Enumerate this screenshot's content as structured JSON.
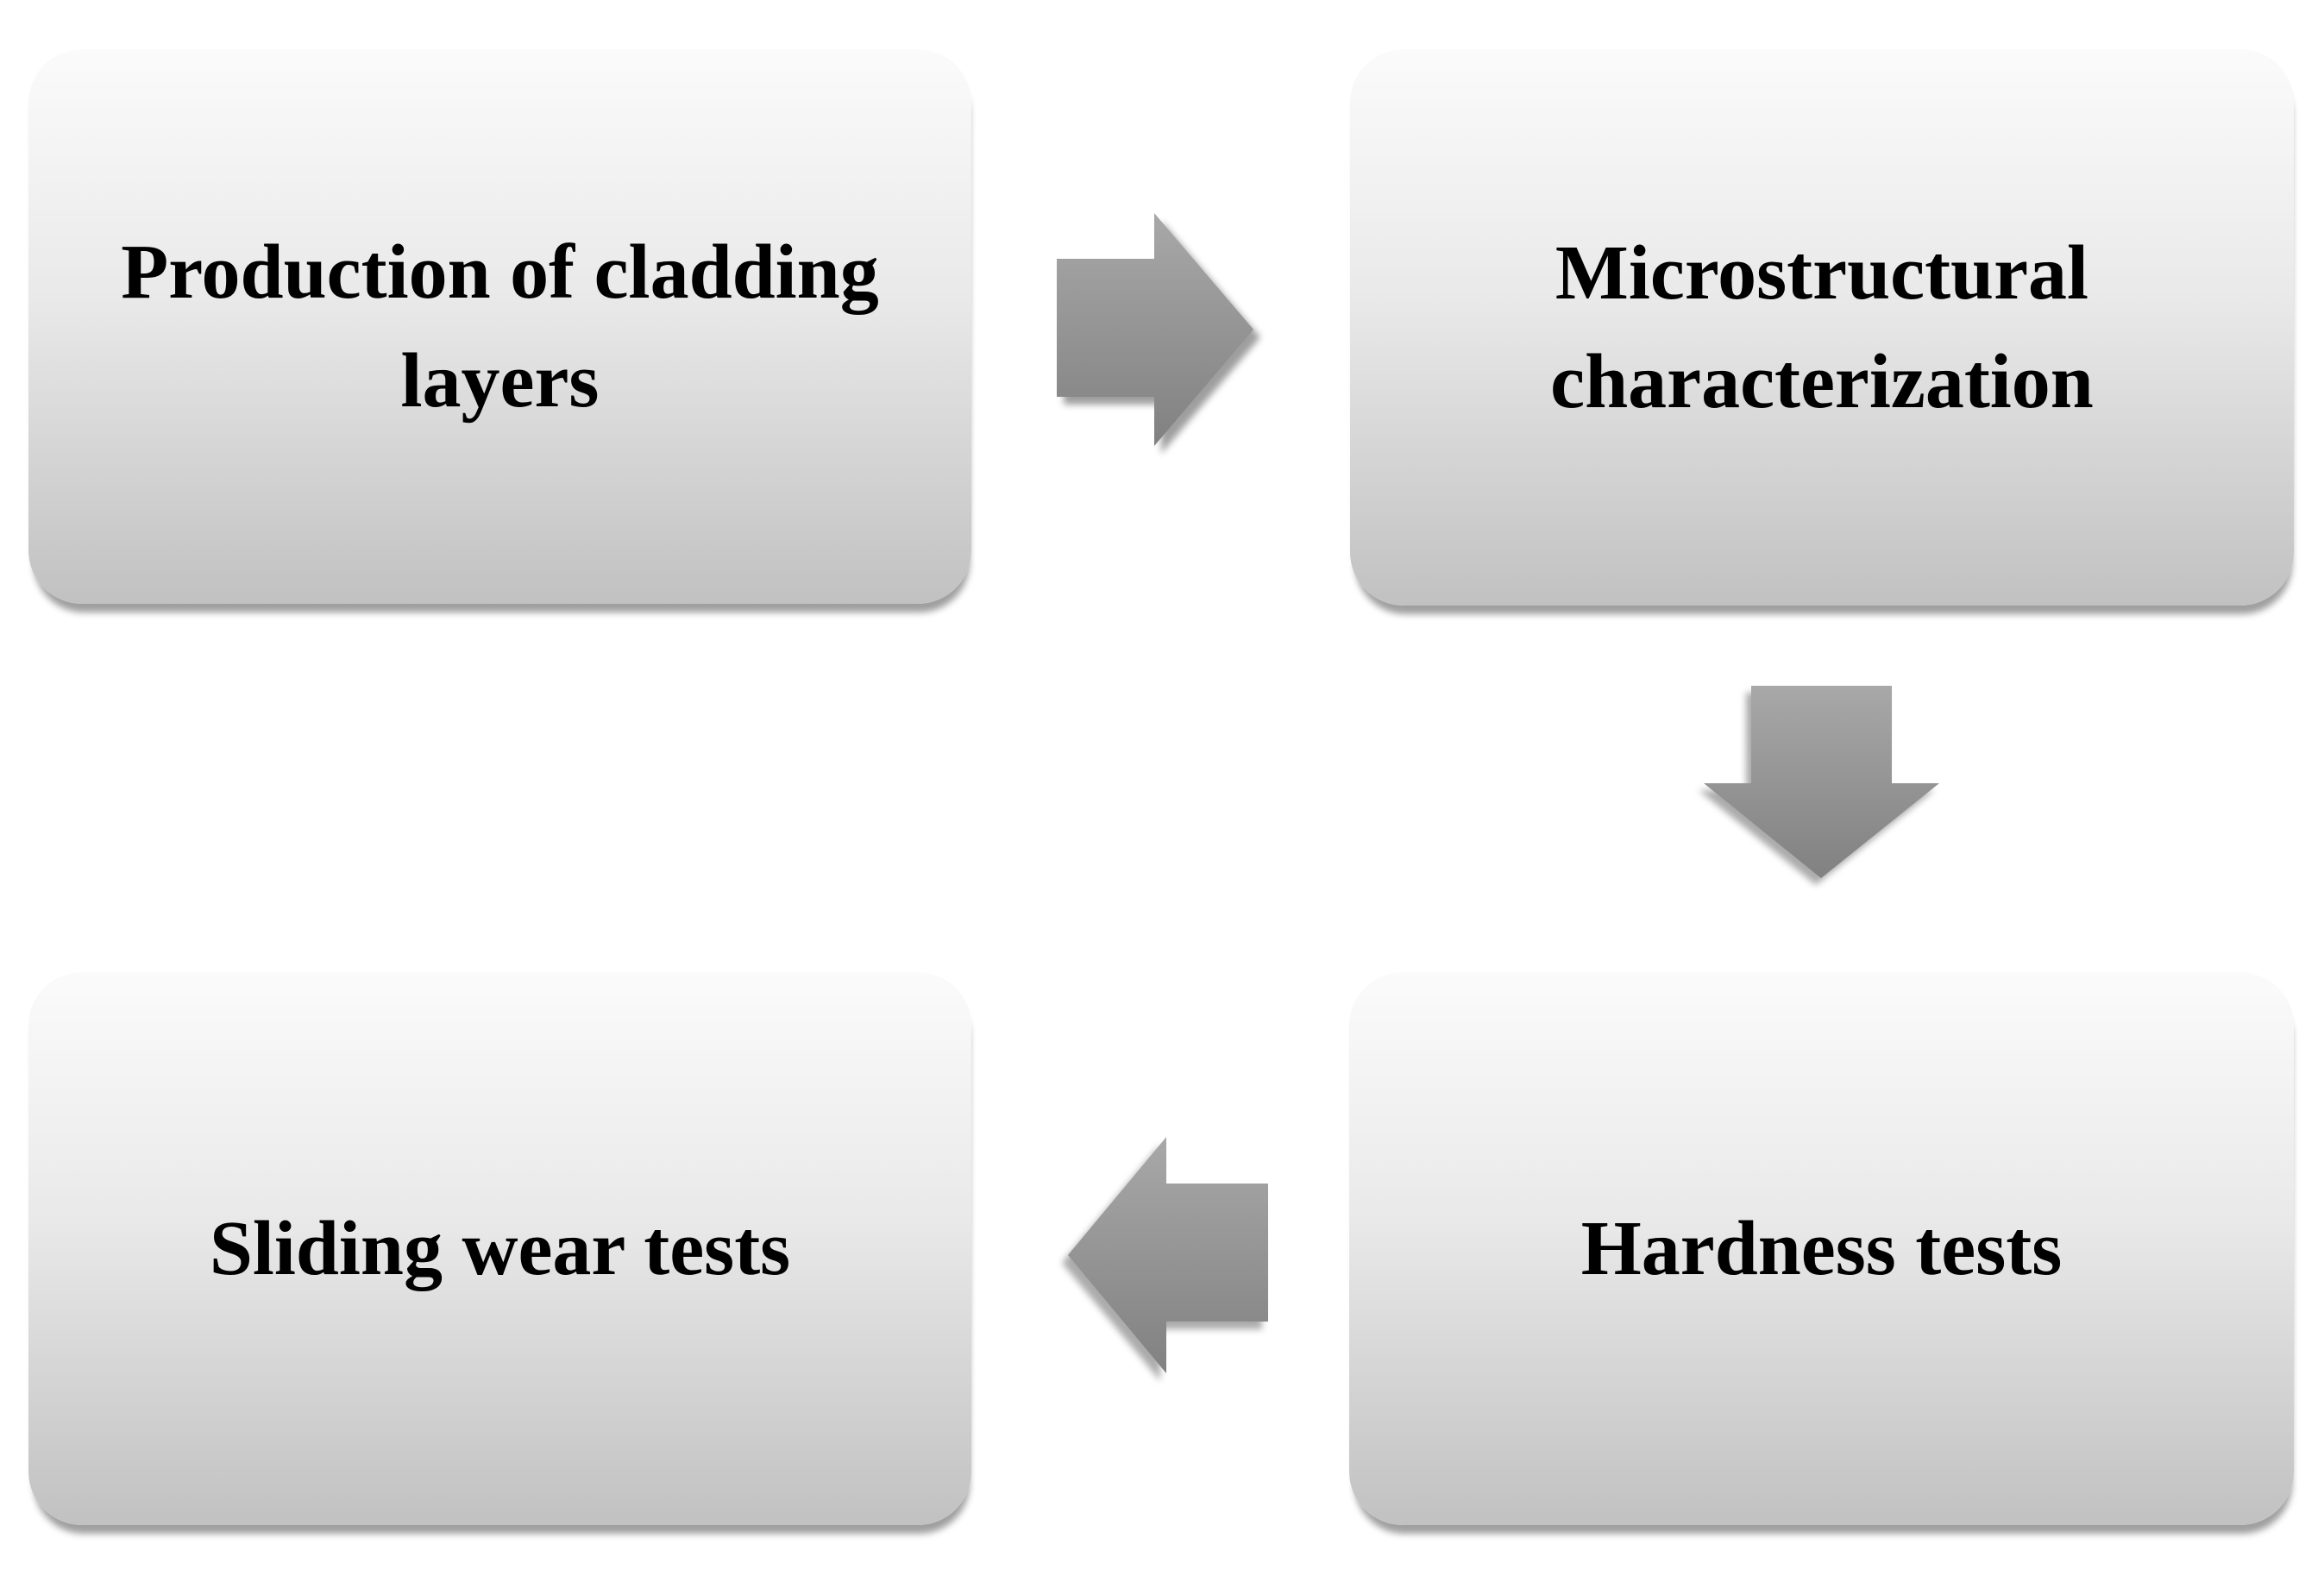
{
  "figure": {
    "type": "flowchart",
    "background_color": "#ffffff",
    "box_gradient_top": "#fbfbfb",
    "box_gradient_bottom": "#c1c1c1",
    "arrow_gradient_top": "#a8a8a8",
    "arrow_gradient_bottom": "#818181",
    "text_color": "#000000"
  },
  "nodes": [
    {
      "id": "production-of-cladding-layers",
      "text": "Production of cladding\nlayers"
    },
    {
      "id": "microstructural-characterization",
      "text": "Microstructural\ncharacterization"
    },
    {
      "id": "hardness-tests",
      "text": "Hardness tests"
    },
    {
      "id": "sliding-wear-tests",
      "text": "Sliding wear tests"
    }
  ],
  "arrows": [
    {
      "id": "arrow-right",
      "direction": "right",
      "from": "production-of-cladding-layers",
      "to": "microstructural-characterization"
    },
    {
      "id": "arrow-down",
      "direction": "down",
      "from": "microstructural-characterization",
      "to": "hardness-tests"
    },
    {
      "id": "arrow-left",
      "direction": "left",
      "from": "hardness-tests",
      "to": "sliding-wear-tests"
    }
  ]
}
